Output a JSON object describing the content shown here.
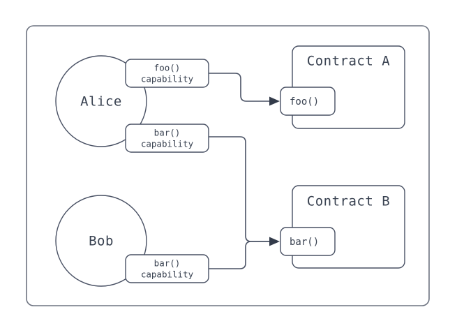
{
  "diagram": {
    "title": "capability-delegation-diagram",
    "colors": {
      "background": "#ffffff",
      "stroke": "#485063",
      "frame_stroke": "#6d7380",
      "text": "#384150",
      "arrow_fill": "#333b4a"
    },
    "frame": {
      "label": ""
    },
    "actors": [
      {
        "id": "alice",
        "label": "Alice"
      },
      {
        "id": "bob",
        "label": "Bob"
      }
    ],
    "capabilities": [
      {
        "id": "alice-foo",
        "line1": "foo()",
        "line2": "capability",
        "owner": "Alice"
      },
      {
        "id": "alice-bar",
        "line1": "bar()",
        "line2": "capability",
        "owner": "Alice"
      },
      {
        "id": "bob-bar",
        "line1": "bar()",
        "line2": "capability",
        "owner": "Bob"
      }
    ],
    "contracts": [
      {
        "id": "contract-a",
        "label": "Contract A",
        "method": "foo()"
      },
      {
        "id": "contract-b",
        "label": "Contract B",
        "method": "bar()"
      }
    ],
    "edges": [
      {
        "id": "edge-alice-foo",
        "from": "alice-foo",
        "to": "contract-a-foo"
      },
      {
        "id": "edge-alice-bar",
        "from": "alice-bar",
        "to": "contract-b-bar"
      },
      {
        "id": "edge-bob-bar",
        "from": "bob-bar",
        "to": "contract-b-bar"
      }
    ]
  }
}
